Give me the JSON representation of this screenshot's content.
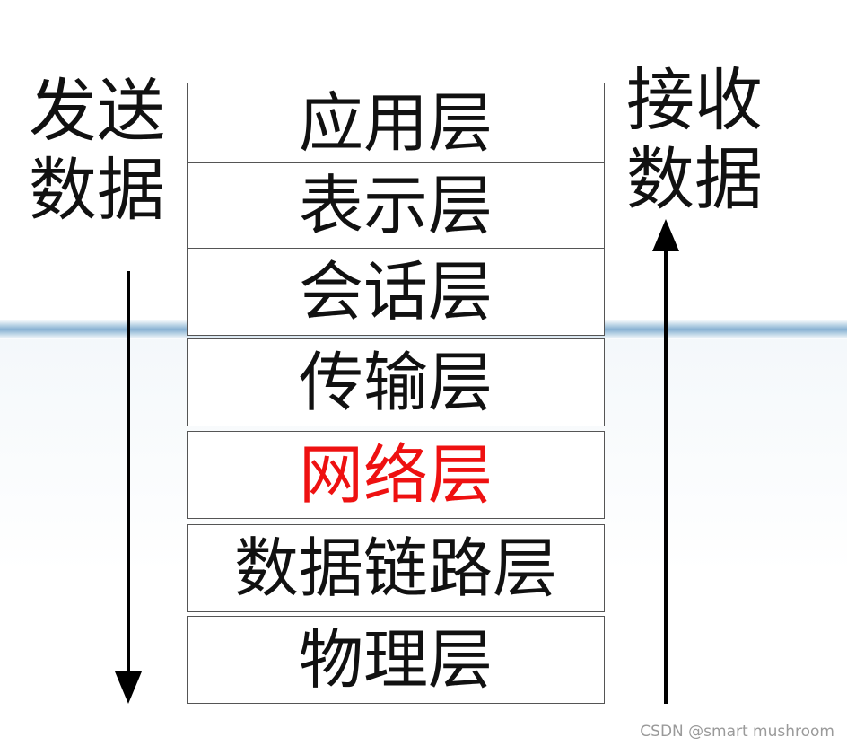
{
  "diagram": {
    "send_label": [
      "发送",
      "数据"
    ],
    "receive_label": [
      "接收",
      "数据"
    ],
    "layers": [
      {
        "label": "应用层",
        "highlight": false
      },
      {
        "label": "表示层",
        "highlight": false
      },
      {
        "label": "会话层",
        "highlight": false
      },
      {
        "label": "传输层",
        "highlight": false
      },
      {
        "label": "网络层",
        "highlight": true
      },
      {
        "label": "数据链路层",
        "highlight": false
      },
      {
        "label": "物理层",
        "highlight": false
      }
    ],
    "arrows": {
      "send_direction": "down",
      "receive_direction": "up"
    }
  },
  "watermark": "CSDN @smart mushroom",
  "colors": {
    "text": "#111111",
    "highlight": "#ee1111",
    "border": "#555555",
    "arrow": "#000000",
    "band": "#5f96c3",
    "watermark": "#9a9a9a"
  }
}
